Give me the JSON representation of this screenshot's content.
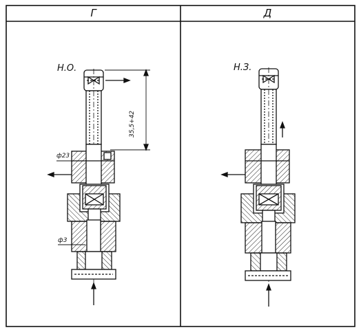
{
  "columns": [
    {
      "header": "Г"
    },
    {
      "header": "Д"
    }
  ],
  "left": {
    "state_label": "Н.О.",
    "dimension_label": "35,5+42",
    "diam_upper_label": "ф23",
    "diam_lower_label": "ф3"
  },
  "right": {
    "state_label": "Н.З."
  }
}
